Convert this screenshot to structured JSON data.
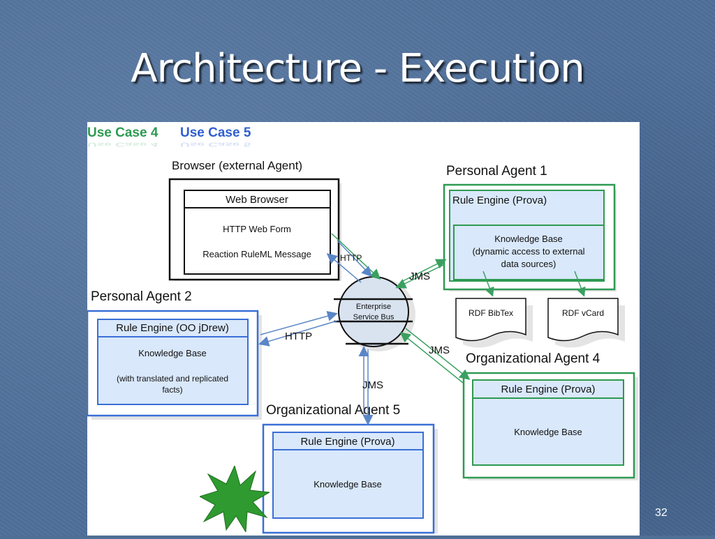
{
  "slide": {
    "title": "Architecture - Execution",
    "page_number": "32"
  },
  "use_cases": {
    "case4": "Use Case 4",
    "case5": "Use Case 5",
    "case4_color": "#2e9a52",
    "case5_color": "#2f5fd0"
  },
  "browser": {
    "heading": "Browser (external Agent)",
    "box_title": "Web Browser",
    "line1": "HTTP Web Form",
    "line2": "Reaction RuleML Message"
  },
  "personal_agent_1": {
    "heading": "Personal Agent 1",
    "engine": "Rule Engine (Prova)",
    "kb_line1": "Knowledge Base",
    "kb_line2": "(dynamic access to external",
    "kb_line3": "data sources)"
  },
  "data_sources": {
    "bibtex": "RDF BibTex",
    "vcard": "RDF vCard"
  },
  "personal_agent_2": {
    "heading": "Personal Agent 2",
    "engine": "Rule Engine (OO jDrew)",
    "kb_line1": "Knowledge Base",
    "kb_line2": "(with translated and replicated",
    "kb_line3": "facts)"
  },
  "esb": {
    "line1": "Enterprise",
    "line2": "Service Bus"
  },
  "org_agent_4": {
    "heading": "Organizational Agent 4",
    "engine": "Rule Engine (Prova)",
    "kb": "Knowledge Base"
  },
  "org_agent_5": {
    "heading": "Organizational Agent 5",
    "engine": "Rule Engine (Prova)",
    "kb": "Knowledge Base"
  },
  "connections": {
    "http_browser": "HTTP",
    "jms_pa1": "JMS",
    "http_pa2": "HTTP",
    "jms_oa4": "JMS",
    "jms_oa5": "JMS"
  },
  "colors": {
    "green": "#2e9a52",
    "blue": "#3a6fd6",
    "box_fill": "#d9e8fb",
    "arrow_blue": "#5a86c6",
    "arrow_green": "#3aa060",
    "starburst": "#2f9a2f"
  }
}
